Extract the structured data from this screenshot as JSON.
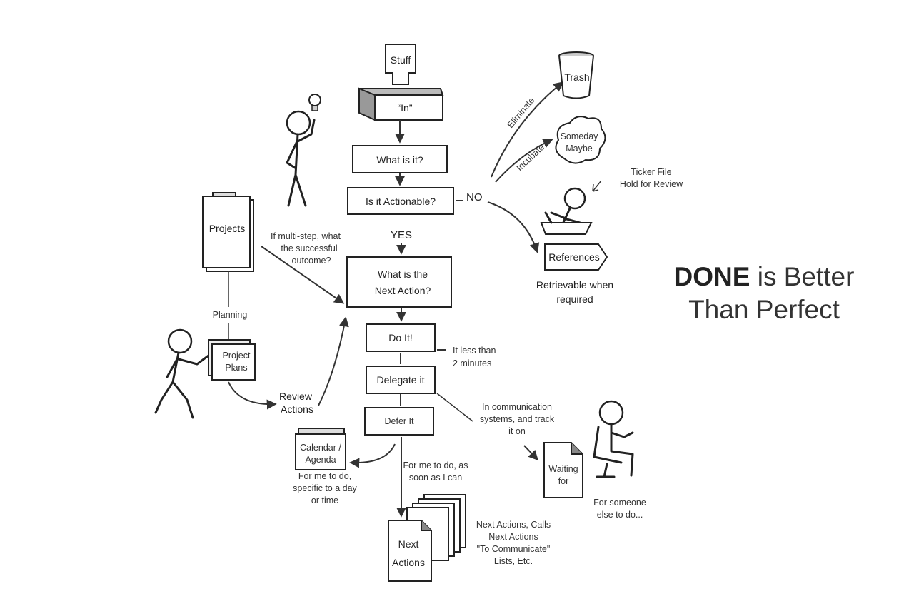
{
  "nodes": {
    "stuff": "Stuff",
    "in": "“In”",
    "what_is_it": "What is it?",
    "actionable": "Is it Actionable?",
    "no": "NO",
    "yes": "YES",
    "next_action_1": "What is the",
    "next_action_2": "Next Action?",
    "do_it": "Do It!",
    "delegate": "Delegate it",
    "defer": "Defer It",
    "trash": "Trash",
    "someday_1": "Someday",
    "someday_2": "Maybe",
    "references": "References",
    "projects": "Projects",
    "project_plans_1": "Project",
    "project_plans_2": "Plans",
    "calendar_1": "Calendar /",
    "calendar_2": "Agenda",
    "waiting_1": "Waiting",
    "waiting_2": "for",
    "next_actions_1": "Next",
    "next_actions_2": "Actions"
  },
  "labels": {
    "eliminate": "Eliminate",
    "incubate": "Incubate",
    "ticker_1": "Ticker File",
    "ticker_2": "Hold for Review",
    "retrievable_1": "Retrievable when",
    "retrievable_2": "required",
    "multistep_1": "If multi-step, what",
    "multistep_2": "the successful",
    "multistep_3": "outcome?",
    "planning": "Planning",
    "review_1": "Review",
    "review_2": "Actions",
    "two_min_1": "It less than",
    "two_min_2": "2 minutes",
    "comm_1": "In communication",
    "comm_2": "systems, and track",
    "comm_3": "it on",
    "asap_1": "For me to do, as",
    "asap_2": "soon as I can",
    "specific_1": "For me to do,",
    "specific_2": "specific to a day",
    "specific_3": "or time",
    "someone_1": "For someone",
    "someone_2": "else to do...",
    "lists_1": "Next Actions, Calls",
    "lists_2": "Next Actions",
    "lists_3": "\"To Communicate\"",
    "lists_4": "Lists, Etc."
  },
  "tagline": {
    "bold": "DONE",
    "rest_1": " is Better",
    "line_2": "Than Perfect"
  },
  "icons": [
    "lightbulb-icon",
    "trash-can-icon",
    "cloud-icon",
    "folder-icon",
    "document-icon",
    "stick-figure-icon"
  ]
}
